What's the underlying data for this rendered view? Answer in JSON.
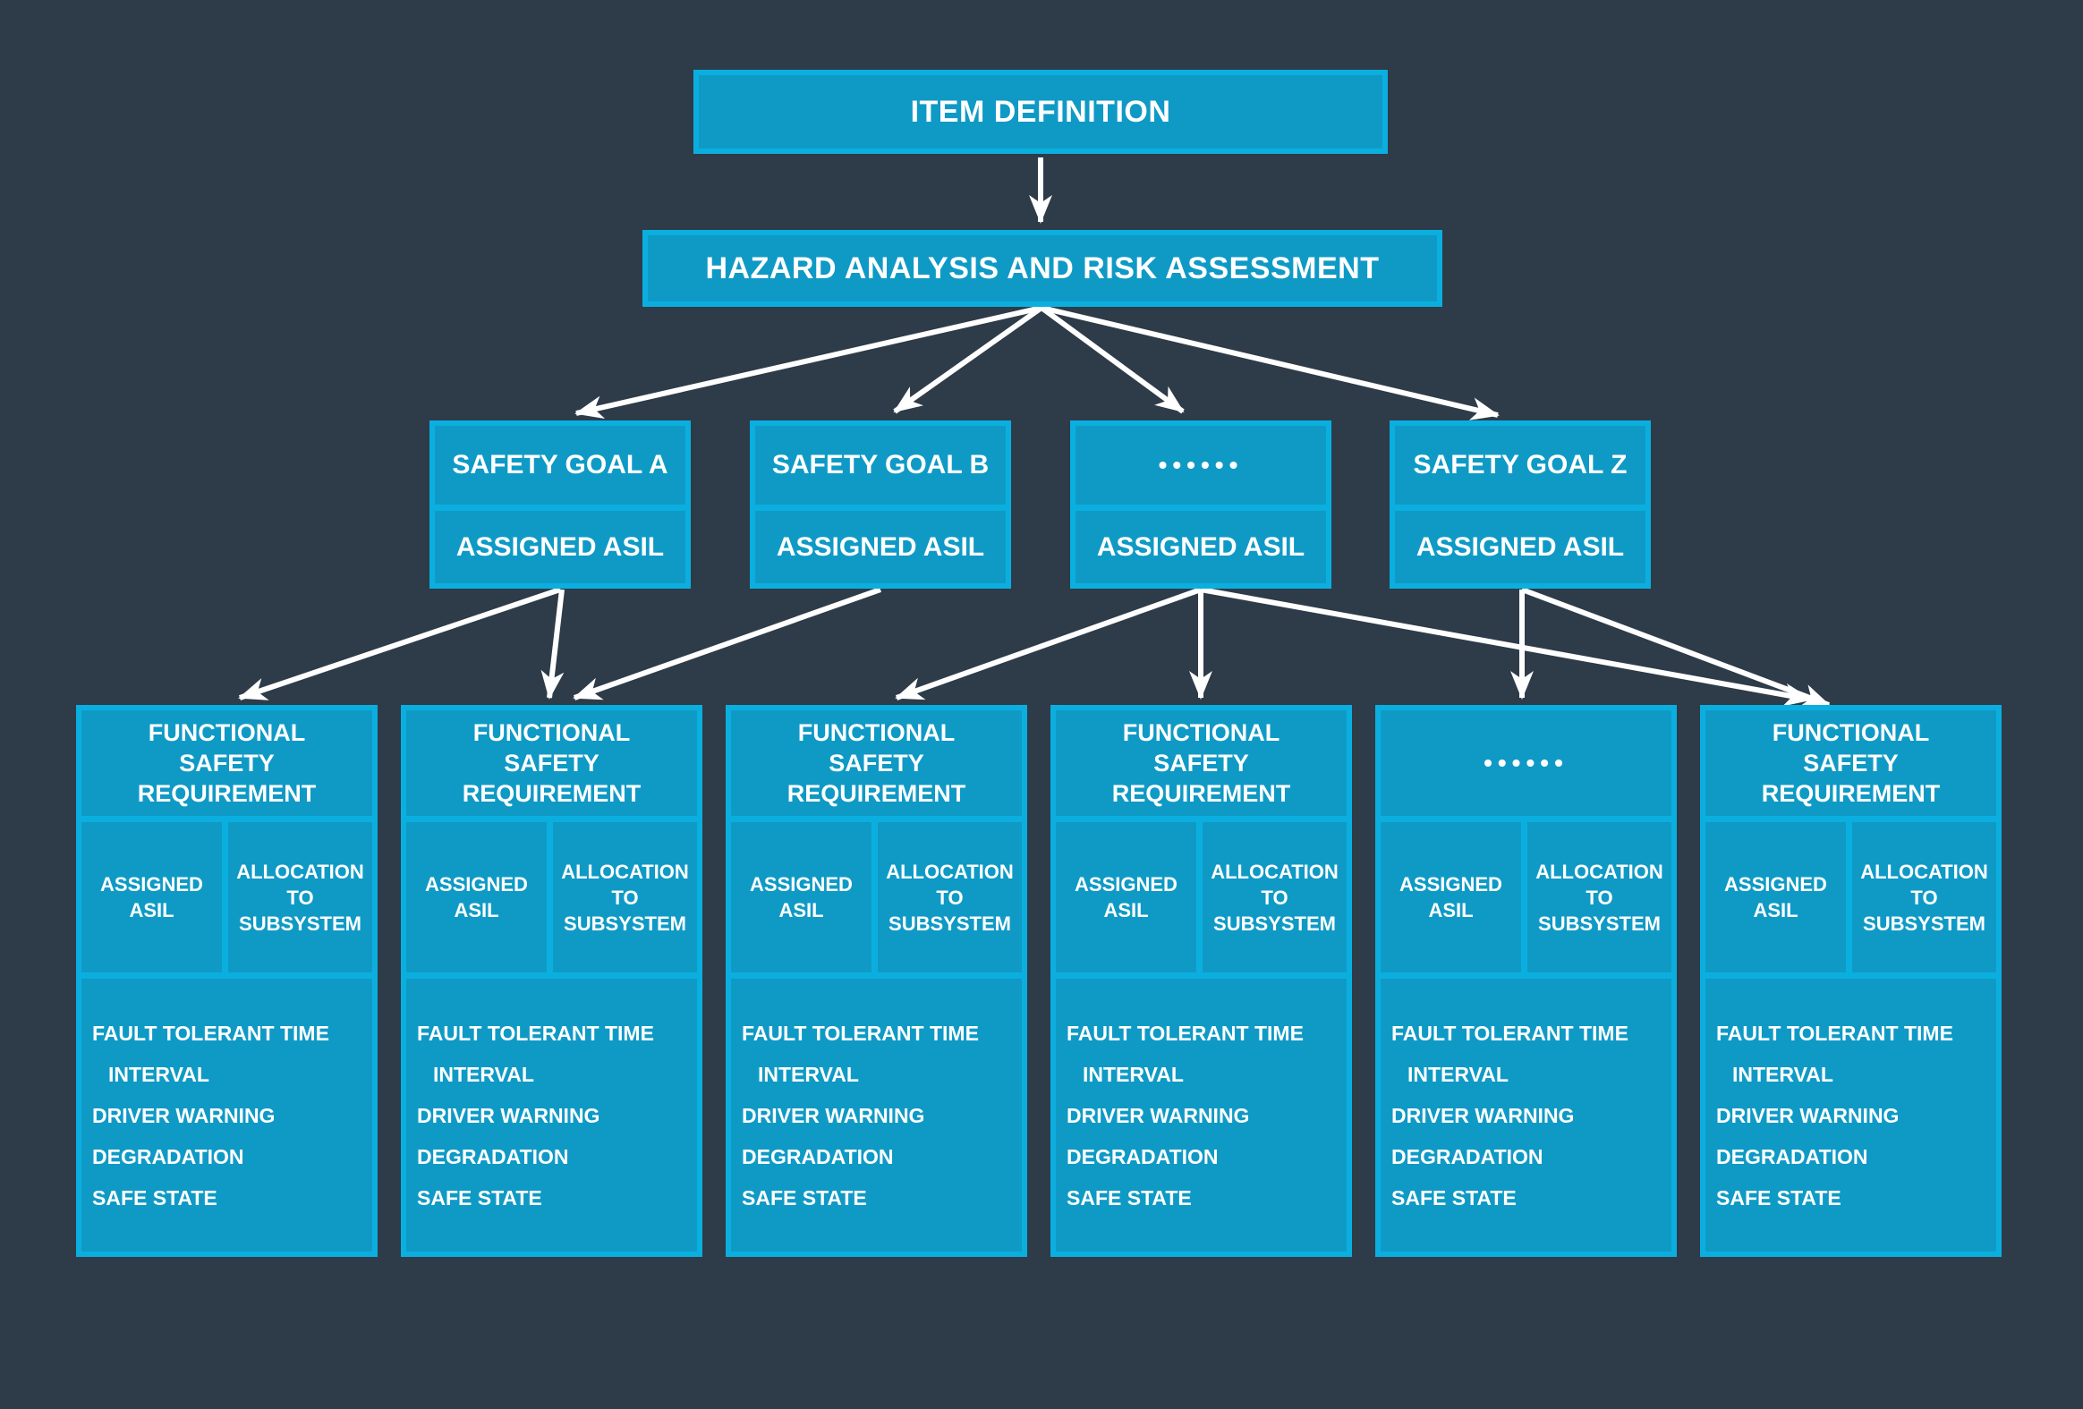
{
  "colors": {
    "background": "#2e3b49",
    "box_fill": "#0f9ac6",
    "box_border": "#0bafdf",
    "text": "#ffffff",
    "arrow": "#ffffff"
  },
  "nodes": {
    "item_definition": {
      "label": "ITEM DEFINITION"
    },
    "hazard_analysis": {
      "label": "HAZARD ANALYSIS AND RISK ASSESSMENT"
    },
    "safety_goals": [
      {
        "title": "SAFETY GOAL A",
        "asil": "ASSIGNED ASIL"
      },
      {
        "title": "SAFETY GOAL B",
        "asil": "ASSIGNED ASIL"
      },
      {
        "title": "••••••",
        "asil": "ASSIGNED ASIL"
      },
      {
        "title": "SAFETY GOAL Z",
        "asil": "ASSIGNED ASIL"
      }
    ],
    "functional_requirements": [
      {
        "title": "FUNCTIONAL SAFETY REQUIREMENT",
        "assigned_asil": "ASSIGNED ASIL",
        "allocation": "ALLOCATION TO SUBSYSTEM",
        "items": [
          "FAULT TOLERANT TIME INTERVAL",
          "DRIVER WARNING",
          "DEGRADATION",
          "SAFE STATE"
        ]
      },
      {
        "title": "FUNCTIONAL SAFETY REQUIREMENT",
        "assigned_asil": "ASSIGNED ASIL",
        "allocation": "ALLOCATION TO SUBSYSTEM",
        "items": [
          "FAULT TOLERANT TIME INTERVAL",
          "DRIVER WARNING",
          "DEGRADATION",
          "SAFE STATE"
        ]
      },
      {
        "title": "FUNCTIONAL SAFETY REQUIREMENT",
        "assigned_asil": "ASSIGNED ASIL",
        "allocation": "ALLOCATION TO SUBSYSTEM",
        "items": [
          "FAULT TOLERANT TIME INTERVAL",
          "DRIVER WARNING",
          "DEGRADATION",
          "SAFE STATE"
        ]
      },
      {
        "title": "FUNCTIONAL SAFETY REQUIREMENT",
        "assigned_asil": "ASSIGNED ASIL",
        "allocation": "ALLOCATION TO SUBSYSTEM",
        "items": [
          "FAULT TOLERANT TIME INTERVAL",
          "DRIVER WARNING",
          "DEGRADATION",
          "SAFE STATE"
        ]
      },
      {
        "title": "••••••",
        "assigned_asil": "ASSIGNED ASIL",
        "allocation": "ALLOCATION TO SUBSYSTEM",
        "items": [
          "FAULT TOLERANT TIME INTERVAL",
          "DRIVER WARNING",
          "DEGRADATION",
          "SAFE STATE"
        ]
      },
      {
        "title": "FUNCTIONAL SAFETY REQUIREMENT",
        "assigned_asil": "ASSIGNED ASIL",
        "allocation": "ALLOCATION TO SUBSYSTEM",
        "items": [
          "FAULT TOLERANT TIME INTERVAL",
          "DRIVER WARNING",
          "DEGRADATION",
          "SAFE STATE"
        ]
      }
    ]
  }
}
